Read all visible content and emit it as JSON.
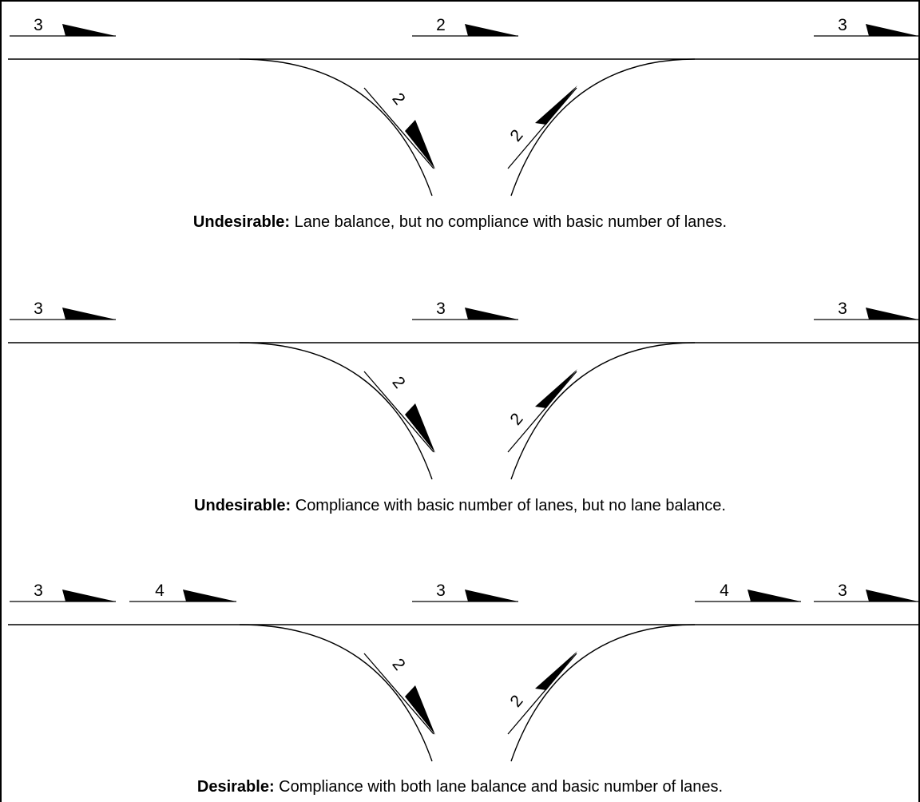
{
  "panels": [
    {
      "caption_lead": "Undesirable:",
      "caption_text": " Lane balance, but no compliance with basic number of lanes.",
      "mainline_lanes": [
        "3",
        "2",
        "3"
      ],
      "auxiliary_lanes": [],
      "ramp_lanes": {
        "exit": "2",
        "entrance": "2"
      }
    },
    {
      "caption_lead": "Undesirable:",
      "caption_text": " Compliance with basic number of lanes, but no lane balance.",
      "mainline_lanes": [
        "3",
        "3",
        "3"
      ],
      "auxiliary_lanes": [],
      "ramp_lanes": {
        "exit": "2",
        "entrance": "2"
      }
    },
    {
      "caption_lead": "Desirable:",
      "caption_text": " Compliance with both lane balance and basic number of lanes.",
      "mainline_lanes": [
        "3",
        "3",
        "3"
      ],
      "auxiliary_lanes": [
        "4",
        "4"
      ],
      "ramp_lanes": {
        "exit": "2",
        "entrance": "2"
      }
    }
  ]
}
